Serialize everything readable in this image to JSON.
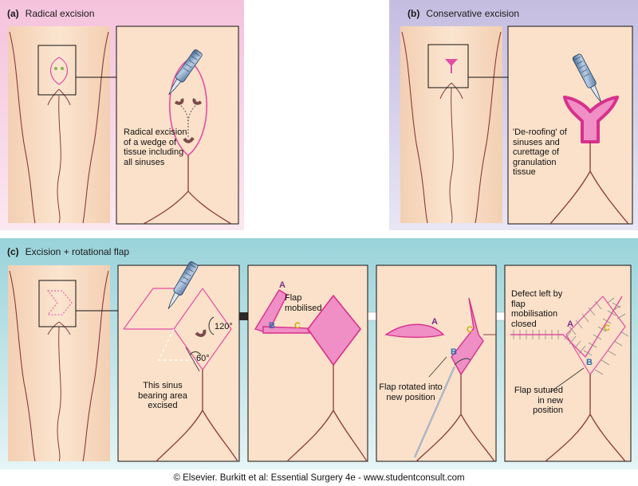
{
  "panels": {
    "a": {
      "letter": "(a)",
      "title": "Radical excision",
      "label": "Radical excision of a wedge of tissue including all sinuses"
    },
    "b": {
      "letter": "(b)",
      "title": "Conservative excision",
      "label": "'De-roofing' of sinuses and curettage of granulation tissue"
    },
    "c": {
      "letter": "(c)",
      "title": "Excision + rotational flap",
      "angle_120": "120°",
      "angle_60": "60°",
      "excised": "This sinus bearing area excised",
      "flap_mobilised": "Flap mobilised",
      "flap_rotated": "Flap rotated into new position",
      "defect": "Defect left by flap mobilisation closed",
      "flap_sutured": "Flap sutured in new position",
      "point_a": "A",
      "point_b": "B",
      "point_c": "C"
    }
  },
  "footer": "© Elsevier. Burkitt et al: Essential Surgery 4e - www.studentconsult.com",
  "colors": {
    "panel_a_bg": "#f5c6dc",
    "panel_b_bg": "#c9c1e2",
    "panel_c_bg": "#9fd6dc",
    "skin": "#fbe1c9",
    "outline": "#8a3a3a",
    "flap": "#e24ea4",
    "letter_a": "#7a2e8a",
    "letter_b": "#2a6fb0",
    "letter_c": "#c9b000"
  }
}
